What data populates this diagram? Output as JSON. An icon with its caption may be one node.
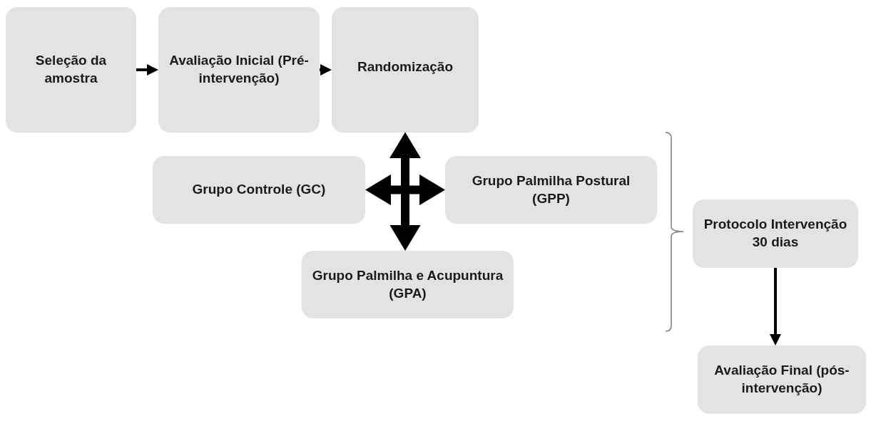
{
  "diagram": {
    "nodes": [
      {
        "text": [
          "Seleção da amostra"
        ]
      },
      {
        "text": [
          "Avaliação Inicial (Pré-intervenção)"
        ]
      },
      {
        "text": [
          "Randomização"
        ]
      },
      {
        "text": [
          "Grupo Controle (GC)"
        ]
      },
      {
        "text": [
          "Grupo Palmilha Postural (GPP)"
        ]
      },
      {
        "text": [
          "Grupo Palmilha e Acupuntura (GPA)"
        ]
      },
      {
        "text": [
          "Protocolo Intervenção 30 dias"
        ]
      },
      {
        "text": [
          "Avaliação Final (pós-intervenção)"
        ]
      }
    ],
    "edges": [
      {
        "from": 0,
        "to": 1,
        "arrow": "to"
      },
      {
        "from": 1,
        "to": 2,
        "arrow": "to"
      },
      {
        "from": 2,
        "to": 3,
        "arrow": "both",
        "style": "thick"
      },
      {
        "from": 2,
        "to": 4,
        "arrow": "both",
        "style": "thick"
      },
      {
        "from": 2,
        "to": 5,
        "arrow": "both",
        "style": "thick"
      },
      {
        "from": 6,
        "to": 7,
        "arrow": "to"
      }
    ]
  }
}
